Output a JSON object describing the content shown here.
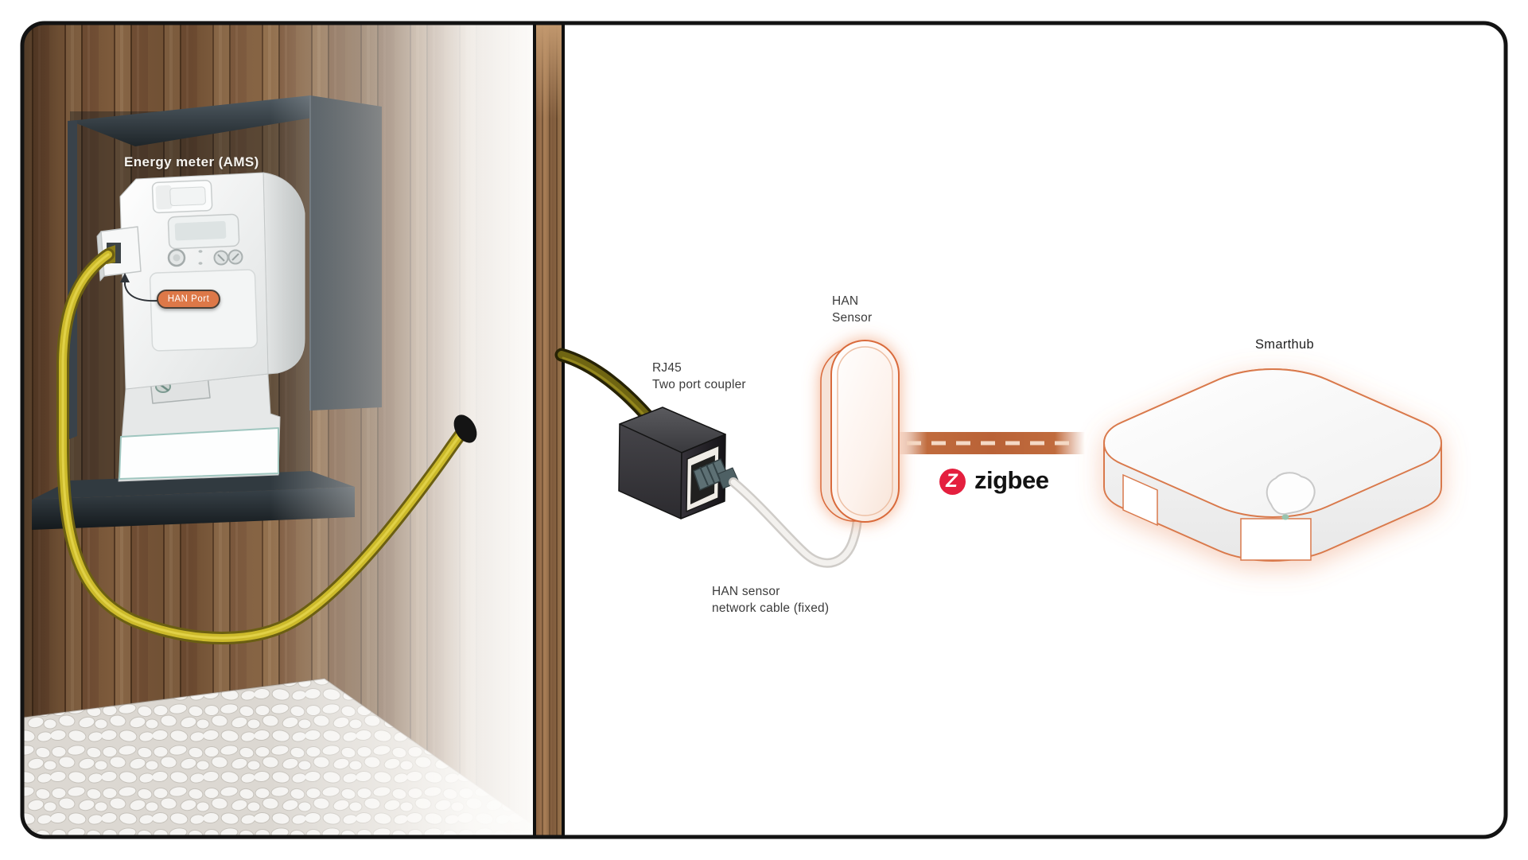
{
  "left_scene": {
    "energy_meter_label": "Energy meter (AMS)",
    "han_port_label": "HAN Port"
  },
  "right_panel": {
    "coupler_label": {
      "line1": "RJ45",
      "line2": "Two port coupler"
    },
    "sensor_label": {
      "line1": "HAN",
      "line2": "Sensor"
    },
    "cable_label": {
      "line1": "HAN sensor",
      "line2": "network cable (fixed)"
    },
    "zigbee": {
      "wordmark": "zigbee",
      "icon_letter": "Z"
    },
    "smarthub_label": "Smarthub"
  },
  "colors": {
    "accent_orange": "#d96a3b",
    "zigbee_red": "#e41f3e",
    "cable_yellow": "#ccba2b",
    "wood_brown": "#82603f",
    "cabinet_dark": "#2b3338",
    "label_gray": "#3b3b3b"
  }
}
